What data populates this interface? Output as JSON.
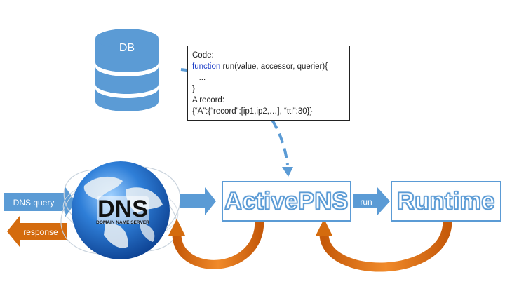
{
  "db": {
    "label": "DB"
  },
  "code_box": {
    "line1": "Code:",
    "keyword": "function",
    "line2_rest": " run(value, accessor, querier){",
    "line3": "   ...",
    "line4": "}",
    "line5": "A record:",
    "line6": "{“A”:{“record”:[ip1,ip2,…], “ttl”:30}}"
  },
  "dns_query": {
    "label": "DNS query"
  },
  "response": {
    "label": "response"
  },
  "globe": {
    "title": "DNS",
    "subtitle": "DOMAIN NAME SERVER"
  },
  "activepns": {
    "label": "ActivePNS"
  },
  "run_arrow": {
    "label": "run"
  },
  "runtime": {
    "label": "Runtime"
  },
  "colors": {
    "blue": "#5b9bd5",
    "orange": "#d46b0e",
    "kw": "#1f3fc8"
  }
}
